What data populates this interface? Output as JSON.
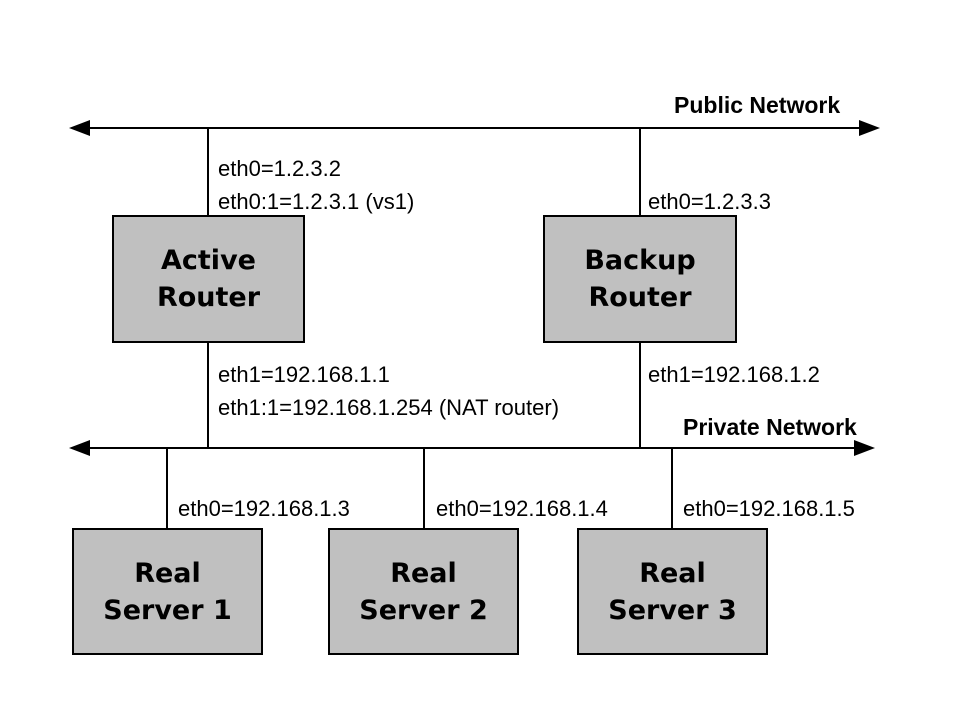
{
  "diagram": {
    "public_network": {
      "label": "Public Network"
    },
    "private_network": {
      "label": "Private Network"
    },
    "active_router": {
      "name_line1": "Active",
      "name_line2": "Router",
      "eth0": "eth0=1.2.3.2",
      "eth0_alias": "eth0:1=1.2.3.1 (vs1)",
      "eth1": "eth1=192.168.1.1",
      "eth1_alias": "eth1:1=192.168.1.254 (NAT router)"
    },
    "backup_router": {
      "name_line1": "Backup",
      "name_line2": "Router",
      "eth0": "eth0=1.2.3.3",
      "eth1": "eth1=192.168.1.2"
    },
    "real_server_1": {
      "name_line1": "Real",
      "name_line2": "Server 1",
      "eth0": "eth0=192.168.1.3"
    },
    "real_server_2": {
      "name_line1": "Real",
      "name_line2": "Server 2",
      "eth0": "eth0=192.168.1.4"
    },
    "real_server_3": {
      "name_line1": "Real",
      "name_line2": "Server 3",
      "eth0": "eth0=192.168.1.5"
    },
    "colors": {
      "node_fill": "#c0c0c0",
      "node_border": "#000000",
      "line": "#000000",
      "background": "#ffffff",
      "text": "#000000"
    }
  }
}
